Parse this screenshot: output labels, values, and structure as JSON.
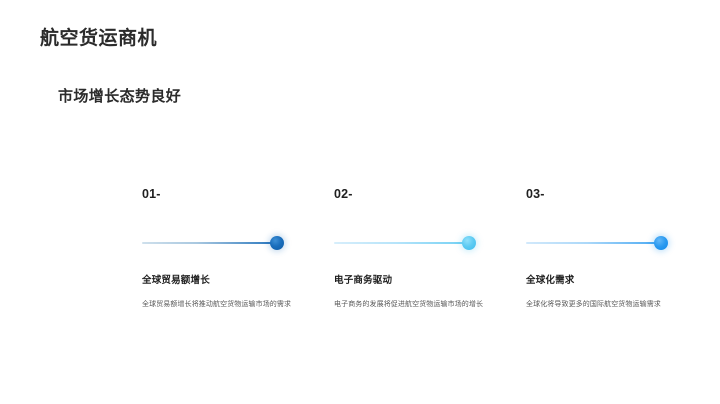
{
  "slide": {
    "title": "航空货运商机",
    "subtitle": "市场增长态势良好",
    "background_color": "#ffffff",
    "title_color": "#2b2b2b"
  },
  "columns": [
    {
      "number": "01-",
      "heading": "全球贸易额增长",
      "body": "全球贸易额增长将推动航空货物运输市场的需求",
      "accent_color": "#1a6ebc"
    },
    {
      "number": "02-",
      "heading": "电子商务驱动",
      "body": "电子商务的发展将促进航空货物运输市场的增长",
      "accent_color": "#5cc8f0"
    },
    {
      "number": "03-",
      "heading": "全球化需求",
      "body": "全球化将导致更多的国际航空货物运输需求",
      "accent_color": "#2b9af0"
    }
  ]
}
